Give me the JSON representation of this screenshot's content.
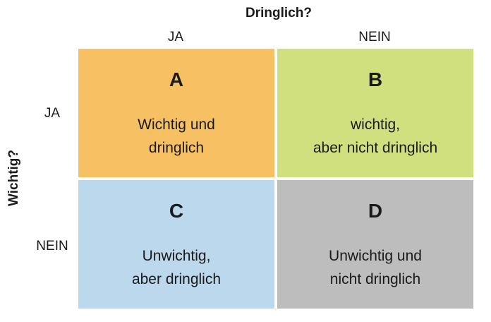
{
  "x_axis": {
    "title": "Dringlich?",
    "labels": [
      "JA",
      "NEIN"
    ]
  },
  "y_axis": {
    "title": "Wichtig?",
    "labels": [
      "JA",
      "NEIN"
    ]
  },
  "quadrants": [
    {
      "letter": "A",
      "lines": [
        "Wichtig und",
        "dringlich"
      ],
      "color": "#f6c063"
    },
    {
      "letter": "B",
      "lines": [
        "wichtig,",
        "aber nicht dringlich"
      ],
      "color": "#d1e07e"
    },
    {
      "letter": "C",
      "lines": [
        "Unwichtig,",
        "aber dringlich"
      ],
      "color": "#bcd8ec"
    },
    {
      "letter": "D",
      "lines": [
        "Unwichtig und",
        "nicht dringlich"
      ],
      "color": "#bdbdbd"
    }
  ]
}
